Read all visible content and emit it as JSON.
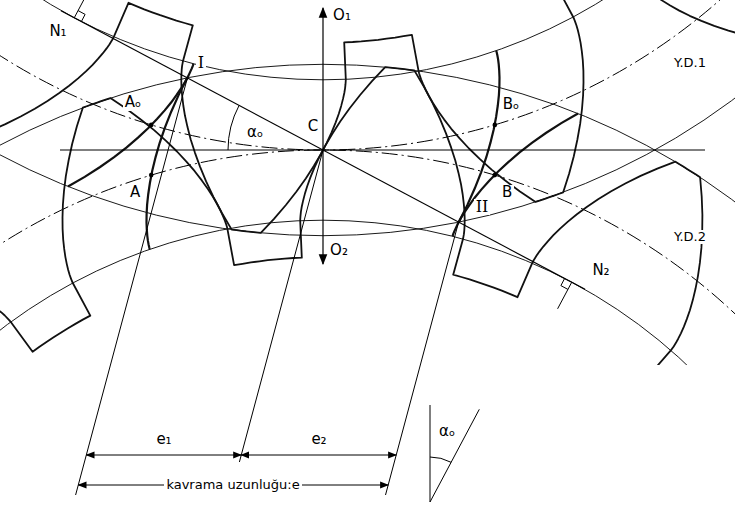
{
  "diagram": {
    "labels": [
      "O₁",
      "N₁",
      "I",
      "αₒ",
      "Aₒ",
      "C",
      "Y.D.1",
      "Bₒ",
      "A",
      "B",
      "Y.D.2",
      "II",
      "N₂",
      "O₂",
      "e₁",
      "e₂",
      "kavrama uzunluğu:e",
      "αₒ"
    ]
  }
}
